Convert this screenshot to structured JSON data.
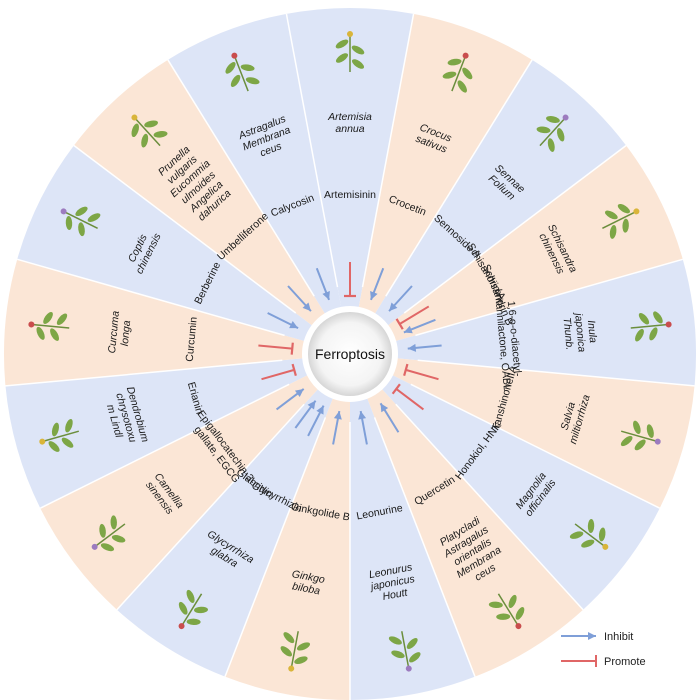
{
  "center": {
    "label": "Ferroptosis"
  },
  "colors": {
    "inhibit": "#7f9fd8",
    "promote": "#e06666",
    "sector_peach": "#fbe6d6",
    "sector_blue": "#dde5f7",
    "divider": "#ffffff"
  },
  "legend": {
    "inhibit_label": "Inhibit",
    "promote_label": "Promote"
  },
  "sectors": [
    {
      "plant": [
        "Artemisia",
        "annua"
      ],
      "compounds": [
        {
          "name": "Artemisinin",
          "effect": "promote"
        }
      ],
      "color": "blue"
    },
    {
      "plant": [
        "Crocus",
        "sativus"
      ],
      "compounds": [
        {
          "name": "Crocetin",
          "effect": "inhibit"
        }
      ],
      "color": "peach"
    },
    {
      "plant": [
        "Sennae",
        "Folium"
      ],
      "compounds": [
        {
          "name": "Sennoside A",
          "effect": "inhibit"
        }
      ],
      "color": "blue"
    },
    {
      "plant": [
        "Schisandra",
        "chinensis"
      ],
      "compounds": [
        {
          "name": "Schisandrin A",
          "effect": "promote"
        },
        {
          "name": "Schisandrin B",
          "effect": "inhibit"
        }
      ],
      "color": "peach"
    },
    {
      "plant": [
        "Inula",
        "japonica",
        "Thunb."
      ],
      "compounds": [
        {
          "name": "1,6-o-o-diacetyl-",
          "name2": "britannilactone, OABL",
          "effect": "inhibit"
        }
      ],
      "color": "blue"
    },
    {
      "plant": [
        "Salvia",
        "miltiorrhiza"
      ],
      "compounds": [
        {
          "name": "TanshinoneIIA",
          "effect": "promote"
        }
      ],
      "color": "peach"
    },
    {
      "plant": [
        "Magnolia",
        "officinalis"
      ],
      "compounds": [
        {
          "name": "Honokiol, HNK",
          "effect": "promote"
        }
      ],
      "color": "blue"
    },
    {
      "plant": [
        "Platycladi",
        "Astragalus",
        "orientalis",
        "Membrana",
        "ceus"
      ],
      "compounds": [
        {
          "name": "Quercetin",
          "effect": "inhibit"
        }
      ],
      "color": "peach"
    },
    {
      "plant": [
        "Leonurus",
        "japonicus",
        "Houtt"
      ],
      "compounds": [
        {
          "name": "Leonurine",
          "effect": "inhibit"
        }
      ],
      "color": "blue"
    },
    {
      "plant": [
        "Ginkgo",
        "biloba"
      ],
      "compounds": [
        {
          "name": "Ginkgolide B",
          "effect": "inhibit"
        }
      ],
      "color": "peach"
    },
    {
      "plant": [
        "Glycyrrhiza",
        "glabra"
      ],
      "compounds": [
        {
          "name": "Glycyrrhizin",
          "effect": "inhibit"
        },
        {
          "name": "Glabridin",
          "effect": "inhibit"
        }
      ],
      "color": "blue"
    },
    {
      "plant": [
        "Camellia",
        "sinensis"
      ],
      "compounds": [
        {
          "name": "Epigallocatechin-3-",
          "name2": "gallate, EGCG",
          "effect": "inhibit"
        }
      ],
      "color": "peach"
    },
    {
      "plant": [
        "Dendrobium",
        "chrysotoxu",
        "m Lindl"
      ],
      "compounds": [
        {
          "name": "Erianin",
          "effect": "promote"
        }
      ],
      "color": "blue"
    },
    {
      "plant": [
        "Curcuma",
        "longa"
      ],
      "compounds": [
        {
          "name": "Curcumin",
          "effect": "promote"
        }
      ],
      "color": "peach"
    },
    {
      "plant": [
        "Coptis",
        "chinensis"
      ],
      "compounds": [
        {
          "name": "Berberine",
          "effect": "inhibit"
        }
      ],
      "color": "blue"
    },
    {
      "plant": [
        "Prunella",
        "vulgaris",
        "Eucommia",
        "ulmoides",
        "Angelica",
        "dahurica"
      ],
      "compounds": [
        {
          "name": "Umbelliferone",
          "effect": "inhibit"
        }
      ],
      "color": "peach"
    },
    {
      "plant": [
        "Astragalus",
        "Membrana",
        "ceus"
      ],
      "compounds": [
        {
          "name": "Calycosin",
          "effect": "inhibit"
        }
      ],
      "color": "blue"
    }
  ]
}
